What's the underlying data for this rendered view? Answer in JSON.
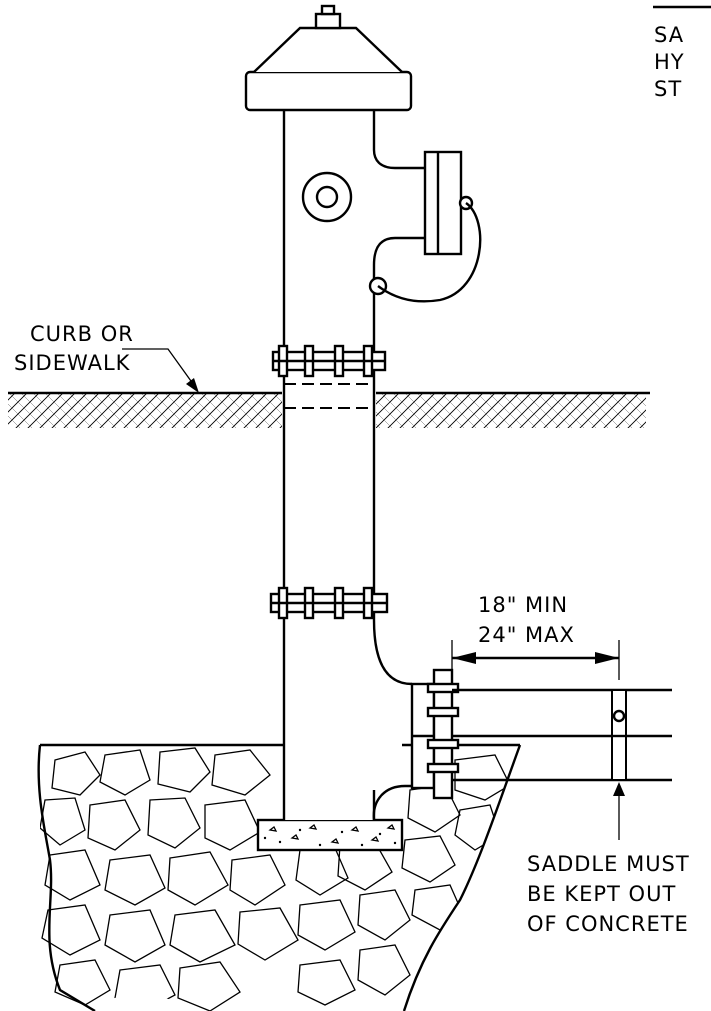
{
  "note_lines": [
    "SA",
    "HY",
    "ST"
  ],
  "labels": {
    "curb_line1": "CURB OR",
    "curb_line2": "SIDEWALK",
    "min_dim": "18\" MIN",
    "max_dim": "24\" MAX",
    "saddle_line1": "SADDLE MUST",
    "saddle_line2": "BE KEPT OUT",
    "saddle_line3": "OF CONCRETE"
  }
}
